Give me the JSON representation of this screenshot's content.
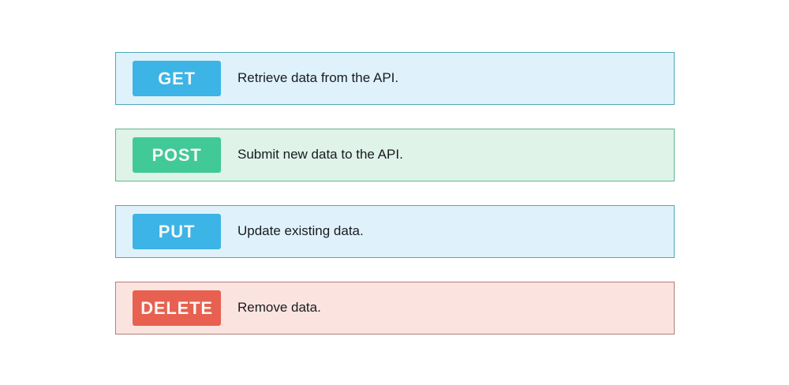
{
  "page": {
    "background_color": "#ffffff"
  },
  "methods": [
    {
      "badge_label": "GET",
      "description": "Retrieve data from the API.",
      "badge_color": "#3cb4e5",
      "row_background": "#dff2fb",
      "row_border": "#4fa8b8"
    },
    {
      "badge_label": "POST",
      "description": "Submit new data to the API.",
      "badge_color": "#41c998",
      "row_background": "#dff3e9",
      "row_border": "#5fb58f"
    },
    {
      "badge_label": "PUT",
      "description": "Update existing data.",
      "badge_color": "#3cb4e5",
      "row_background": "#dff2fb",
      "row_border": "#4fa8b8"
    },
    {
      "badge_label": "DELETE",
      "description": "Remove data.",
      "badge_color": "#e8604f",
      "row_background": "#fbe4e0",
      "row_border": "#b08078"
    }
  ]
}
